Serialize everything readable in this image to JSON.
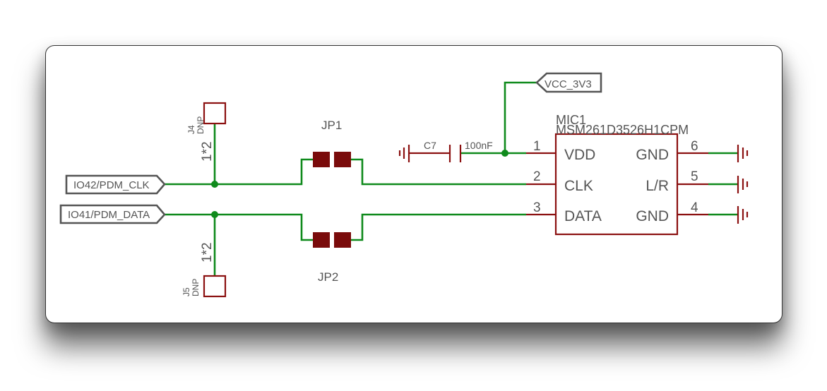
{
  "nets": {
    "vcc": "VCC_3V3",
    "clk": "IO42/PDM_CLK",
    "data": "IO41/PDM_DATA"
  },
  "capacitor": {
    "ref": "C7",
    "value": "100nF"
  },
  "jumpers": {
    "jp1": "JP1",
    "jp2": "JP2"
  },
  "connectors": {
    "j4": {
      "ref": "J4",
      "note": "DNP",
      "pins": "1*2"
    },
    "j5": {
      "ref": "J5",
      "note": "DNP",
      "pins": "1*2"
    }
  },
  "mic": {
    "ref": "MIC1",
    "part": "MSM261D3526H1CPM",
    "left_pins": [
      {
        "num": "1",
        "name": "VDD"
      },
      {
        "num": "2",
        "name": "CLK"
      },
      {
        "num": "3",
        "name": "DATA"
      }
    ],
    "right_pins": [
      {
        "num": "6",
        "name": "GND"
      },
      {
        "num": "5",
        "name": "L/R"
      },
      {
        "num": "4",
        "name": "GND"
      }
    ]
  },
  "colors": {
    "wire": "#0f8a1c",
    "part": "#8b1010",
    "text": "#555555"
  }
}
